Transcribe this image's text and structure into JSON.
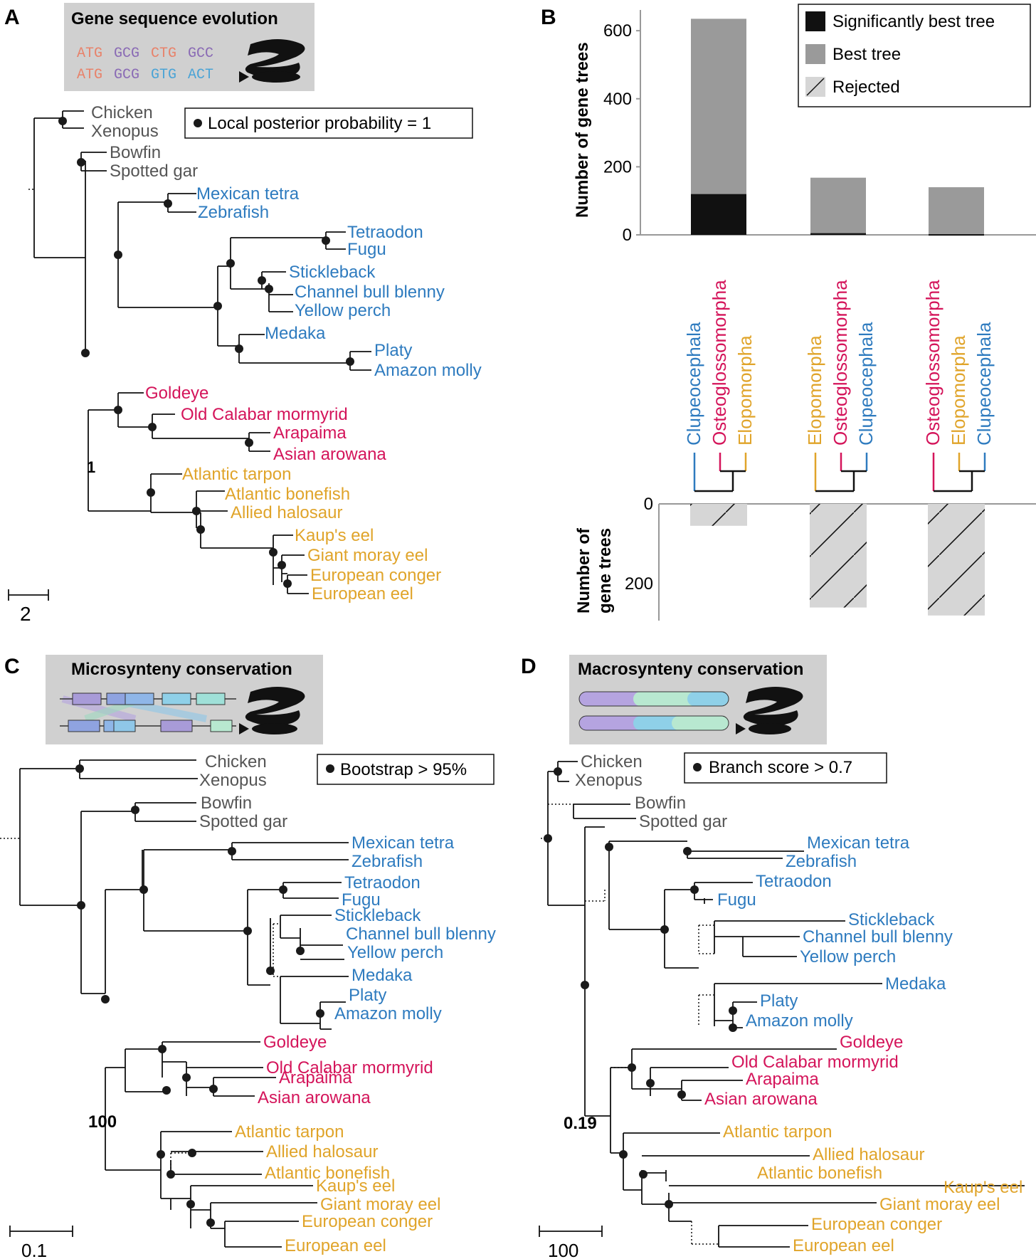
{
  "panels": {
    "A": {
      "label": "A",
      "title": "Gene sequence evolution",
      "seq1": [
        "ATG",
        "GCG",
        "CTG",
        "GCC"
      ],
      "seq2": [
        "ATG",
        "GCG",
        "GTG",
        "ACT"
      ],
      "legend": "Local posterior probability = 1",
      "scale_label": "2",
      "node_label": "1"
    },
    "B": {
      "label": "B",
      "ylabel": "Number of gene trees",
      "ylabel_bottom_1": "Number of",
      "ylabel_bottom_2": "gene trees",
      "legend": [
        "Significantly best tree",
        "Best tree",
        "Rejected"
      ],
      "yticks_top": [
        "600",
        "400",
        "200",
        "0"
      ],
      "yticks_bottom": [
        "0",
        "200"
      ]
    },
    "C": {
      "label": "C",
      "title": "Microsynteny conservation",
      "legend": "Bootstrap > 95%",
      "scale_label": "0.1",
      "node_label": "100"
    },
    "D": {
      "label": "D",
      "title": "Macrosynteny conservation",
      "legend": "Branch score > 0.7",
      "scale_label": "100",
      "node_label": "0.19"
    }
  },
  "colors": {
    "outgroup": "#555555",
    "clupeocephala": "#2e7bbf",
    "osteoglossomorpha": "#d4145a",
    "elopomorpha": "#e0a42a",
    "grey_box": "#d0d0d0",
    "best": "#9a9a9a",
    "sig": "#111111"
  },
  "species": {
    "chicken": "Chicken",
    "xenopus": "Xenopus",
    "bowfin": "Bowfin",
    "spotted_gar": "Spotted gar",
    "mexican_tetra": "Mexican tetra",
    "zebrafish": "Zebrafish",
    "tetraodon": "Tetraodon",
    "fugu": "Fugu",
    "stickleback": "Stickleback",
    "blenny": "Channel bull blenny",
    "yellow_perch": "Yellow perch",
    "medaka": "Medaka",
    "platy": "Platy",
    "amazon_molly": "Amazon molly",
    "goldeye": "Goldeye",
    "mormyrid": "Old Calabar mormyrid",
    "arapaima": "Arapaima",
    "arowana": "Asian arowana",
    "tarpon": "Atlantic tarpon",
    "bonefish": "Atlantic bonefish",
    "halosaur": "Allied halosaur",
    "kaups_eel": "Kaup's eel",
    "moray": "Giant moray eel",
    "conger": "European conger",
    "eur_eel": "European eel"
  },
  "clades": {
    "clupeocephala": "Clupeocephala",
    "osteoglossomorpha": "Osteoglossomorpha",
    "elopomorpha": "Elopomorpha"
  },
  "chart_data": {
    "type": "bar",
    "categories": [
      "Clupeocephala + (Osteoglossomorpha, Elopomorpha)",
      "Elopomorpha + (Osteoglossomorpha, Clupeocephala)",
      "Osteoglossomorpha + (Elopomorpha, Clupeocephala)"
    ],
    "series": [
      {
        "name": "Significantly best tree",
        "values": [
          120,
          5,
          2
        ]
      },
      {
        "name": "Best tree",
        "values": [
          515,
          163,
          138
        ]
      },
      {
        "name": "Rejected",
        "values": [
          55,
          260,
          280
        ]
      }
    ],
    "ylabel": "Number of gene trees",
    "ylim_top": [
      0,
      640
    ],
    "ylim_bottom": [
      0,
      300
    ]
  }
}
